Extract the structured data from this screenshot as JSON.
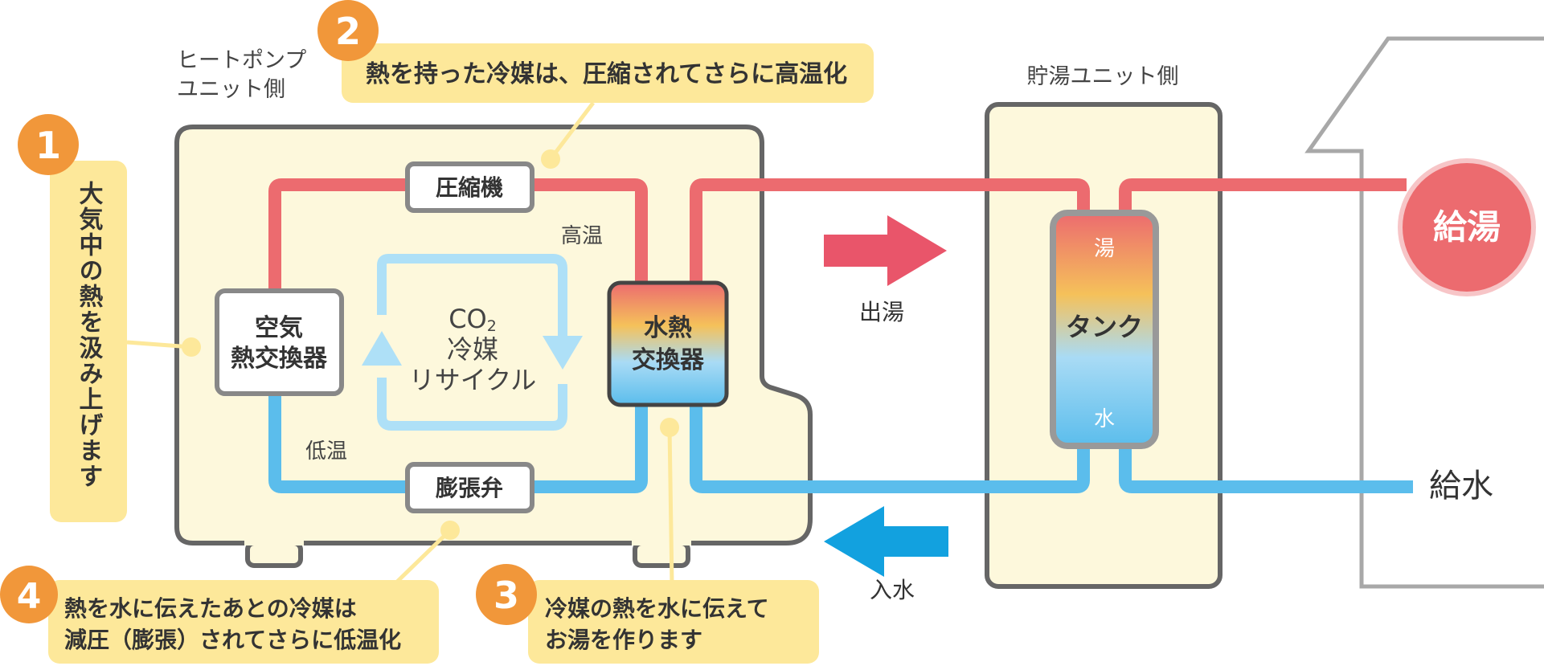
{
  "units": {
    "heat_pump_label_1": "ヒートポンプ",
    "heat_pump_label_2": "ユニット側",
    "storage_label": "貯湯ユニット側"
  },
  "components": {
    "compressor": "圧縮機",
    "expansion_valve": "膨張弁",
    "air_hx_1": "空気",
    "air_hx_2": "熱交換器",
    "water_hx_1": "水熱",
    "water_hx_2": "交換器",
    "tank": "タンク",
    "tank_top": "湯",
    "tank_bottom": "水"
  },
  "refrigerant": {
    "line1_main": "CO",
    "line1_sub": "2",
    "line2": "冷媒",
    "line3": "リサイクル"
  },
  "labels": {
    "high_temp": "高温",
    "low_temp": "低温",
    "hot_out": "出湯",
    "water_in": "入水",
    "supply_hot": "給湯",
    "supply_water": "給水"
  },
  "steps": [
    {
      "num": "1",
      "lines": [
        "大気中の熱を汲み上げます"
      ]
    },
    {
      "num": "2",
      "lines": [
        "熱を持った冷媒は、圧縮されてさらに高温化"
      ]
    },
    {
      "num": "3",
      "lines": [
        "冷媒の熱を水に伝えて",
        "お湯を作ります"
      ]
    },
    {
      "num": "4",
      "lines": [
        "熱を水に伝えたあとの冷媒は",
        "減圧（膨張）されてさらに低温化"
      ]
    }
  ],
  "colors": {
    "hot": "#ec6b6f",
    "cold": "#5bbdec",
    "unit_fill": "#fdf8dc",
    "unit_stroke": "#666666",
    "note_fill": "#fde89a",
    "badge": "#f1973a",
    "cycle": "#aee0f7",
    "arrow_hot": "#e9556a",
    "arrow_cold": "#12a1df"
  }
}
